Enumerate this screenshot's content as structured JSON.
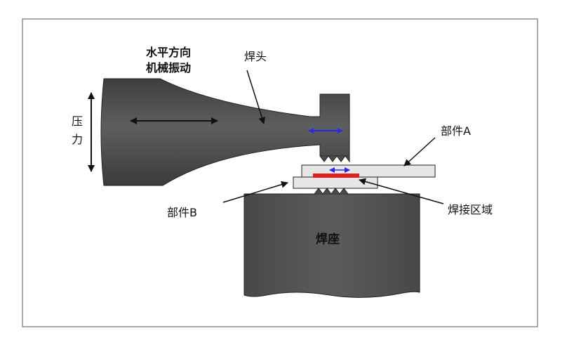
{
  "diagram": {
    "labels": {
      "vibration_line1": "水平方向",
      "vibration_line2": "机械振动",
      "horn": "焊头",
      "pressure_line1": "压",
      "pressure_line2": "力",
      "part_a": "部件A",
      "part_b": "部件B",
      "weld_zone": "焊接区域",
      "anvil": "焊座"
    },
    "colors": {
      "frame": "#555555",
      "horn_fill": "#4f4f4f",
      "anvil_fill": "#505050",
      "part_fill": "#e6e6e6",
      "weld_zone": "#e0201e",
      "vibration_arrow": "#2a2adf",
      "black_arrow": "#111111"
    }
  }
}
